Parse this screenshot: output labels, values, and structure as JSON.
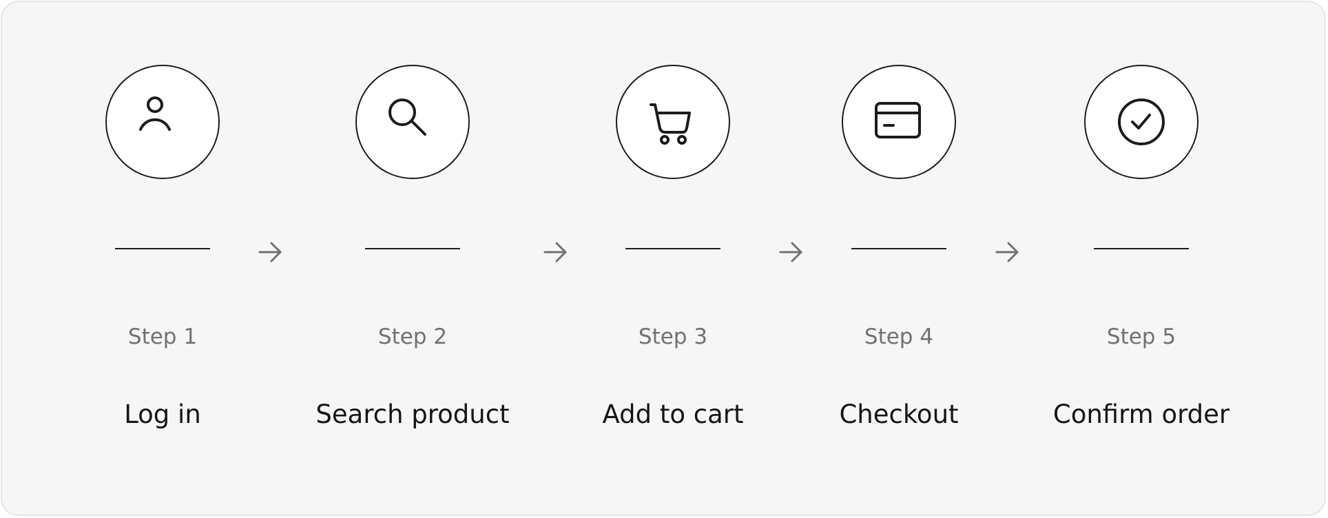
{
  "steps": [
    {
      "number": "Step 1",
      "title": "Log in",
      "icon": "user-icon"
    },
    {
      "number": "Step 2",
      "title": "Search product",
      "icon": "search-icon"
    },
    {
      "number": "Step 3",
      "title": "Add to cart",
      "icon": "cart-icon"
    },
    {
      "number": "Step 4",
      "title": "Checkout",
      "icon": "credit-card-icon"
    },
    {
      "number": "Step 5",
      "title": "Confirm order",
      "icon": "check-circle-icon"
    }
  ],
  "colors": {
    "background": "#f5f6f5",
    "circle_fill": "#ffffff",
    "stroke": "#1a1c1b",
    "step_number": "#6d7370",
    "arrow": "#6d7370"
  }
}
